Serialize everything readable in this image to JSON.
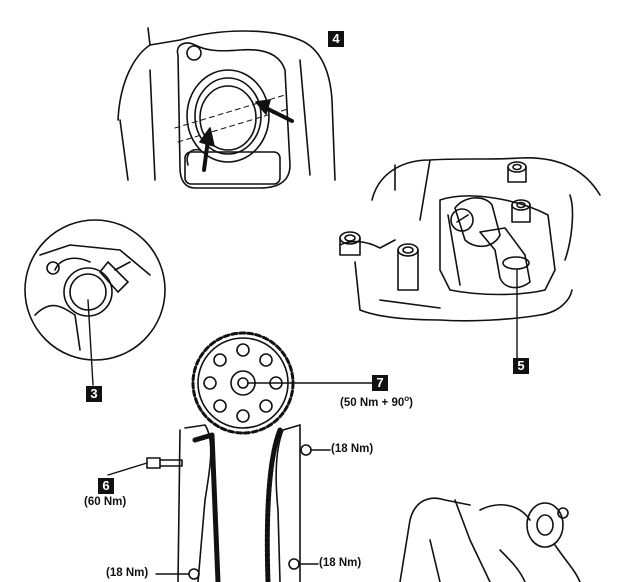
{
  "callouts": {
    "c3": "3",
    "c4": "4",
    "c5": "5",
    "c6": "6",
    "c7": "7"
  },
  "torques": {
    "sprocket_bolt": "(50 Nm + 90",
    "sprocket_bolt_deg": "o",
    "sprocket_bolt_close": ")",
    "bolt_6": "(60 Nm)",
    "guide_upper_right": "(18 Nm)",
    "guide_lower_right": "(18 Nm)",
    "guide_lower_left": "(18 Nm)"
  }
}
